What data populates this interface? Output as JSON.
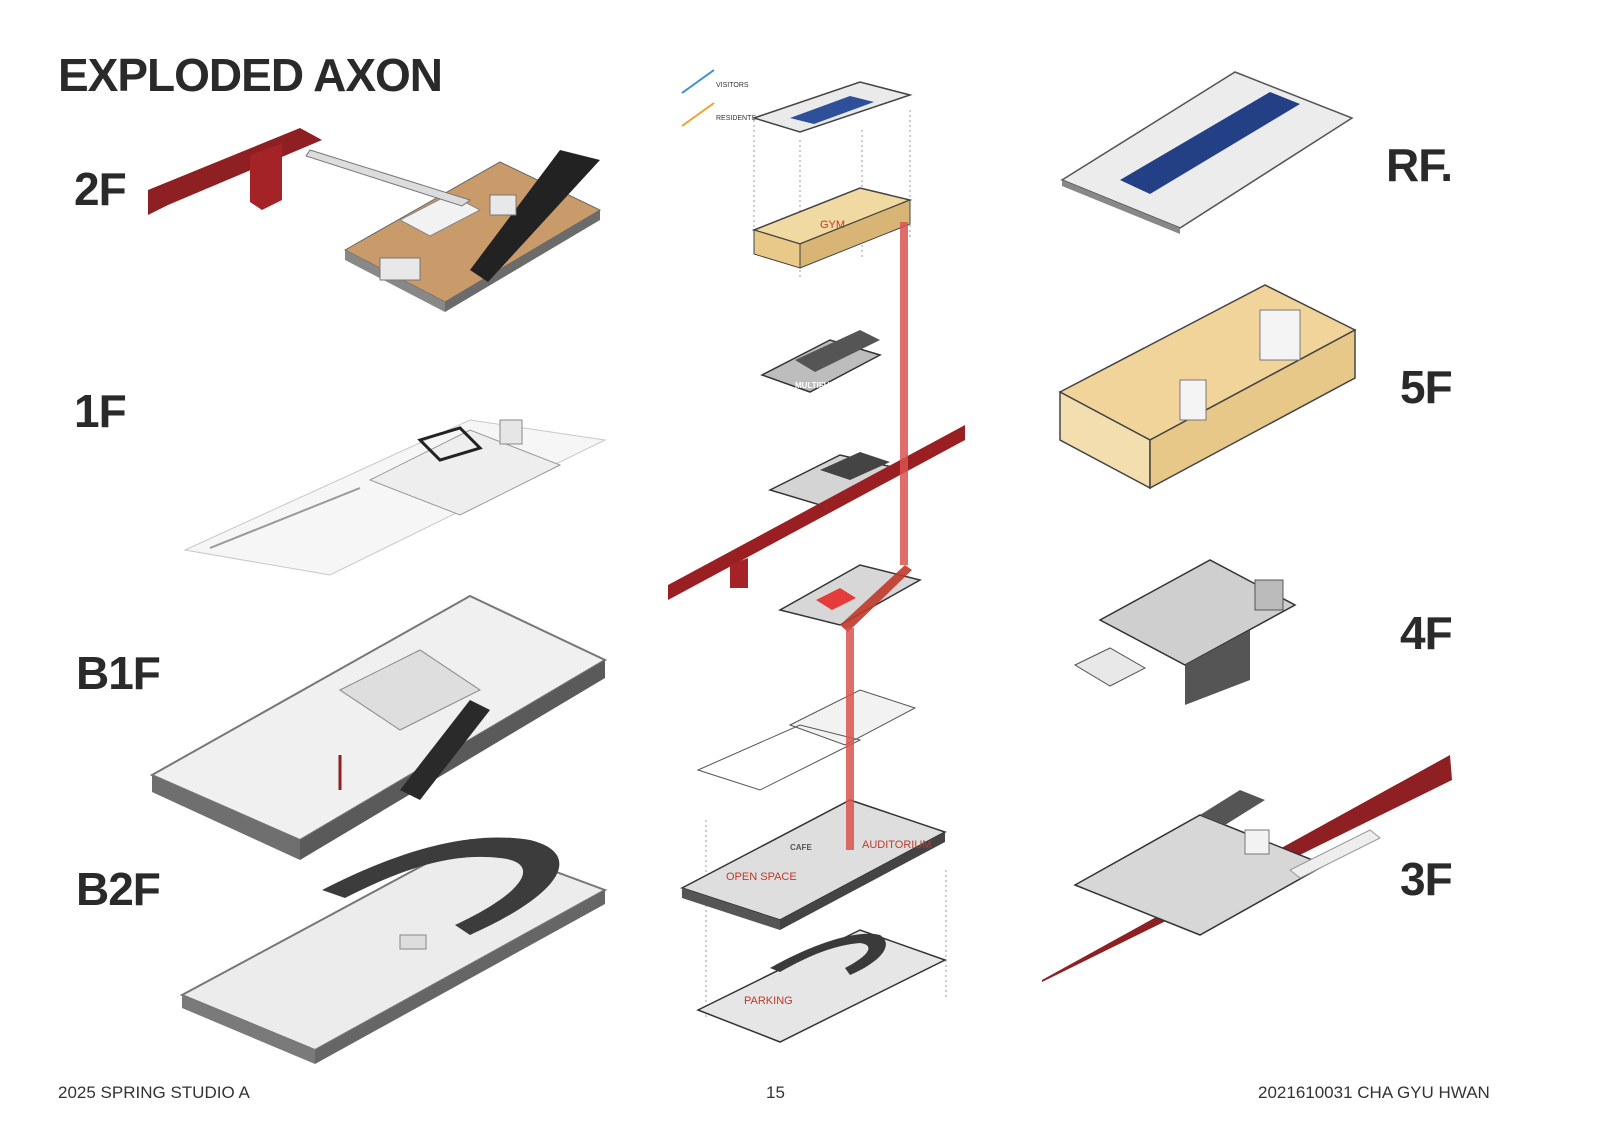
{
  "title": "EXPLODED AXON",
  "floors": {
    "f2": "2F",
    "f1": "1F",
    "b1": "B1F",
    "b2": "B2F",
    "rf": "RF.",
    "f5": "5F",
    "f4": "4F",
    "f3": "3F"
  },
  "legend": {
    "visitors": "VISITORS",
    "residents": "RESIDENTS",
    "visitors_color": "#3a8fd0",
    "residents_color": "#f0a030"
  },
  "labels": {
    "gym": "GYM",
    "multifunction": "MULTIFUNCTION",
    "cafe": "CAFE",
    "auditorium": "AUDITORIUM",
    "open_space": "OPEN SPACE",
    "parking": "PARKING"
  },
  "footer": {
    "left": "2025 SPRING STUDIO A",
    "page": "15",
    "right": "2021610031 CHA GYU HWAN"
  }
}
